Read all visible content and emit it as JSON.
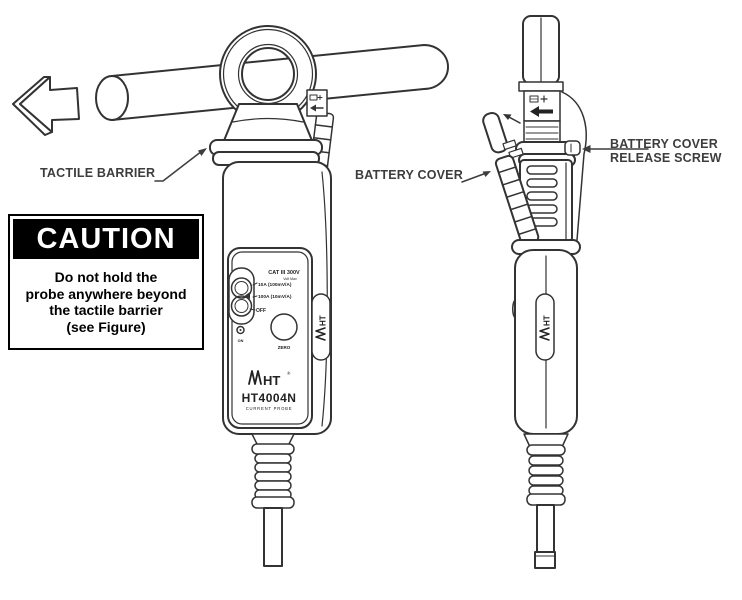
{
  "scene": {
    "background": "#ffffff",
    "line_color": "#333333",
    "label_color": "#3d3d3d"
  },
  "annotations": {
    "tactile_barrier": "TACTILE BARRIER",
    "battery_cover": "BATTERY COVER",
    "release_screw_line1": "BATTERY COVER",
    "release_screw_line2": "RELEASE SCREW"
  },
  "caution_box": {
    "title": "CAUTION",
    "bg": "#000000",
    "fg": "#ffffff",
    "lines": [
      "Do not hold the",
      "probe anywhere beyond",
      "the tactile barrier",
      "(see Figure)"
    ]
  },
  "probe_panel": {
    "rating": "CAT III 300V",
    "rating_note": "Volt Max",
    "range_high_sensitivity": "10A (100mV/A)",
    "range_low_sensitivity": "100A (10mV/A)",
    "switch_off": "OFF",
    "power_led": "ON",
    "zero_button": "ZERO",
    "brand": "HT",
    "registered_mark": "®",
    "model": "HT4004N",
    "model_subtitle": "CURRENT PROBE"
  },
  "badges": {
    "front_side_badge": "HT",
    "side_view_badge": "HT"
  },
  "icons": {
    "direction_arrow": "left-block-arrow-icon",
    "battery_polarity_front": "battery-polarity-icon",
    "battery_polarity_side": "battery-polarity-icon",
    "insert_arrow": "left-arrow-icon",
    "cover_removal_arrow": "up-left-arrow-icon"
  }
}
